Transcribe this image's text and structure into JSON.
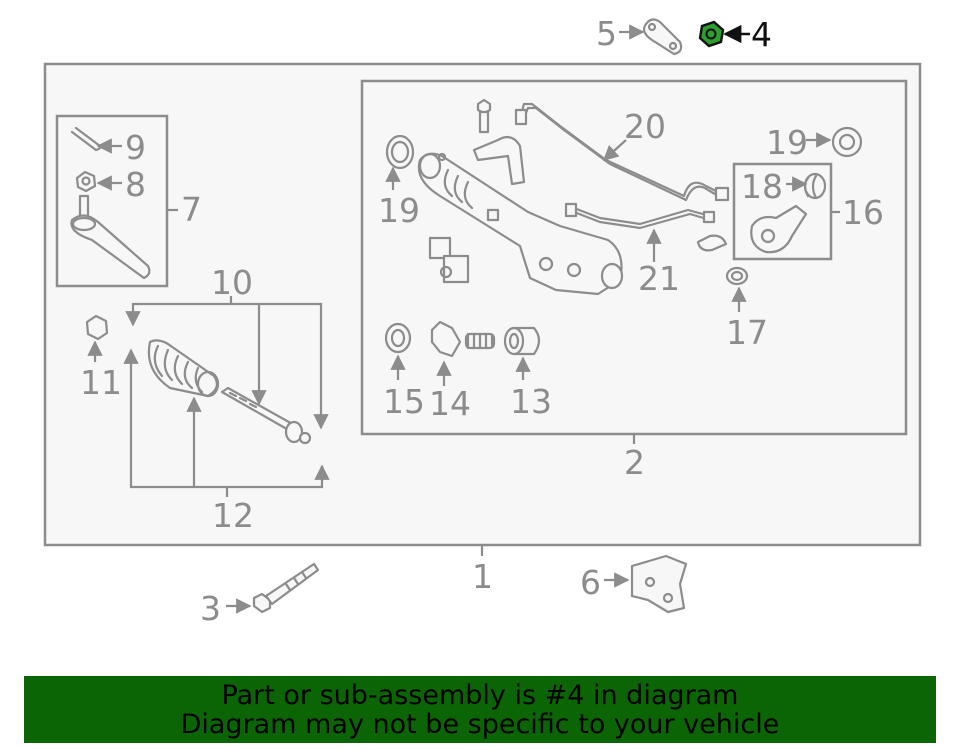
{
  "colors": {
    "line": "#8c8c8c",
    "panel": "#f7f7f7",
    "highlight_part": "#2c9d2e",
    "banner_bg": "#0b6505",
    "banner_text": "#000000"
  },
  "highlighted_part": "4",
  "labels": {
    "l1": "1",
    "l2": "2",
    "l3": "3",
    "l4": "4",
    "l5": "5",
    "l6": "6",
    "l7": "7",
    "l8": "8",
    "l9": "9",
    "l10": "10",
    "l11": "11",
    "l12": "12",
    "l13": "13",
    "l14": "14",
    "l15": "15",
    "l16": "16",
    "l17": "17",
    "l18": "18",
    "l19a": "19",
    "l19b": "19",
    "l20": "20",
    "l21": "21"
  },
  "banner": {
    "line1": "Part or sub-assembly is #4 in diagram",
    "line2": "Diagram may not be specific to your vehicle"
  }
}
